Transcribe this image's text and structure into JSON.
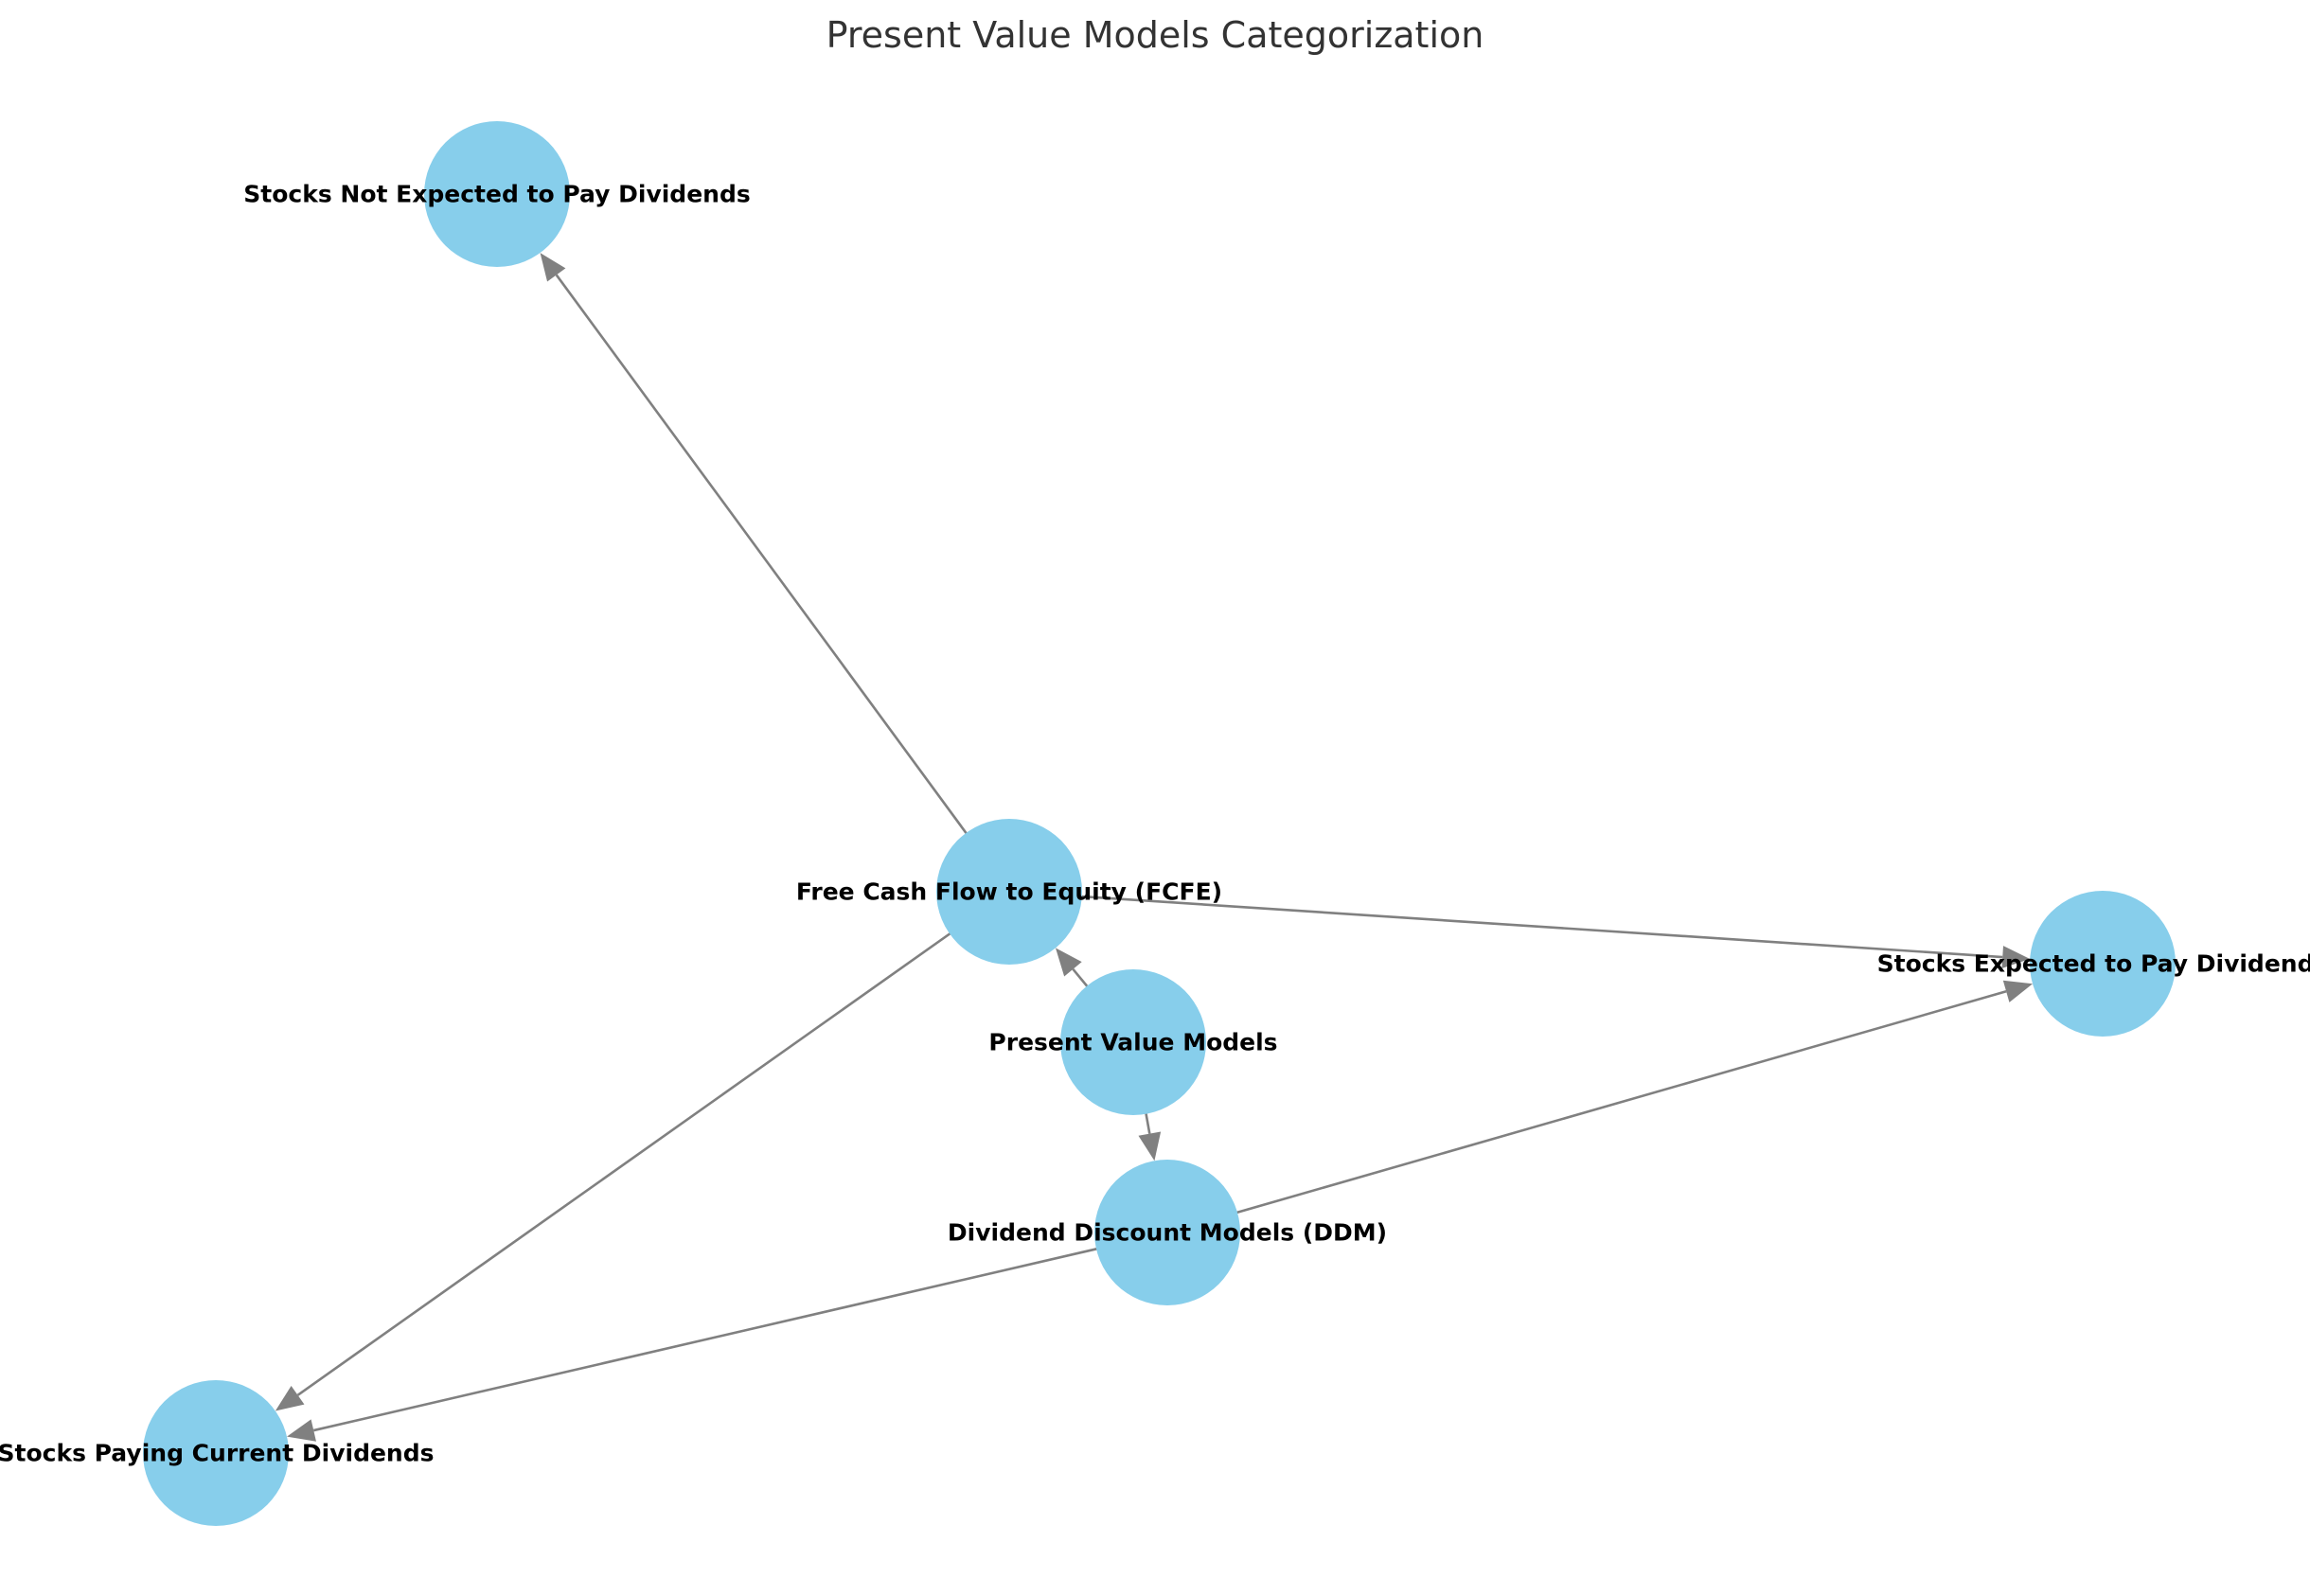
{
  "title": "Present Value Models Categorization",
  "colors": {
    "node_fill": "#87CEEB",
    "edge": "#808080",
    "label": "#000000",
    "title": "#333333"
  },
  "nodes": [
    {
      "id": "pvm",
      "label": "Present Value Models"
    },
    {
      "id": "ddm",
      "label": "Dividend Discount Models (DDM)"
    },
    {
      "id": "fcfe",
      "label": "Free Cash Flow to Equity (FCFE)"
    },
    {
      "id": "sepd",
      "label": "Stocks Expected to Pay Dividends"
    },
    {
      "id": "spcd",
      "label": "Stocks Paying Current Dividends"
    },
    {
      "id": "snepd",
      "label": "Stocks Not Expected to Pay Dividends"
    }
  ],
  "edges": [
    {
      "from": "pvm",
      "to": "ddm"
    },
    {
      "from": "pvm",
      "to": "fcfe"
    },
    {
      "from": "ddm",
      "to": "sepd"
    },
    {
      "from": "ddm",
      "to": "spcd"
    },
    {
      "from": "fcfe",
      "to": "sepd"
    },
    {
      "from": "fcfe",
      "to": "spcd"
    },
    {
      "from": "fcfe",
      "to": "snepd"
    }
  ]
}
